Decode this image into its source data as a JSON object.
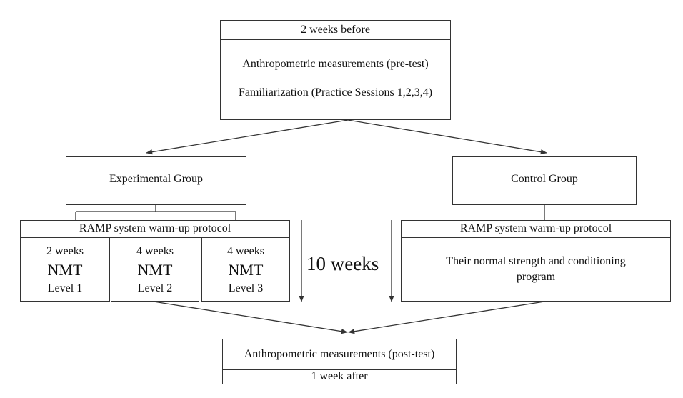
{
  "top": {
    "header": "2 weeks before",
    "line1": "Anthropometric measurements (pre-test)",
    "line2": "Familiarization  (Practice Sessions 1,2,3,4)"
  },
  "experimental": {
    "title": "Experimental Group",
    "warmup": "RAMP system warm-up  protocol",
    "levels": [
      {
        "duration": "2 weeks",
        "name": "NMT",
        "level": "Level 1"
      },
      {
        "duration": "4 weeks",
        "name": "NMT",
        "level": "Level 2"
      },
      {
        "duration": "4 weeks",
        "name": "NMT",
        "level": "Level 3"
      }
    ]
  },
  "control": {
    "title": "Control Group",
    "warmup": "RAMP system warm-up  protocol",
    "program_line1": "Their normal strength and conditioning",
    "program_line2": "program"
  },
  "duration_label": "10 weeks",
  "bottom": {
    "line1": "Anthropometric measurements (post-test)",
    "line2": "1 week after"
  }
}
